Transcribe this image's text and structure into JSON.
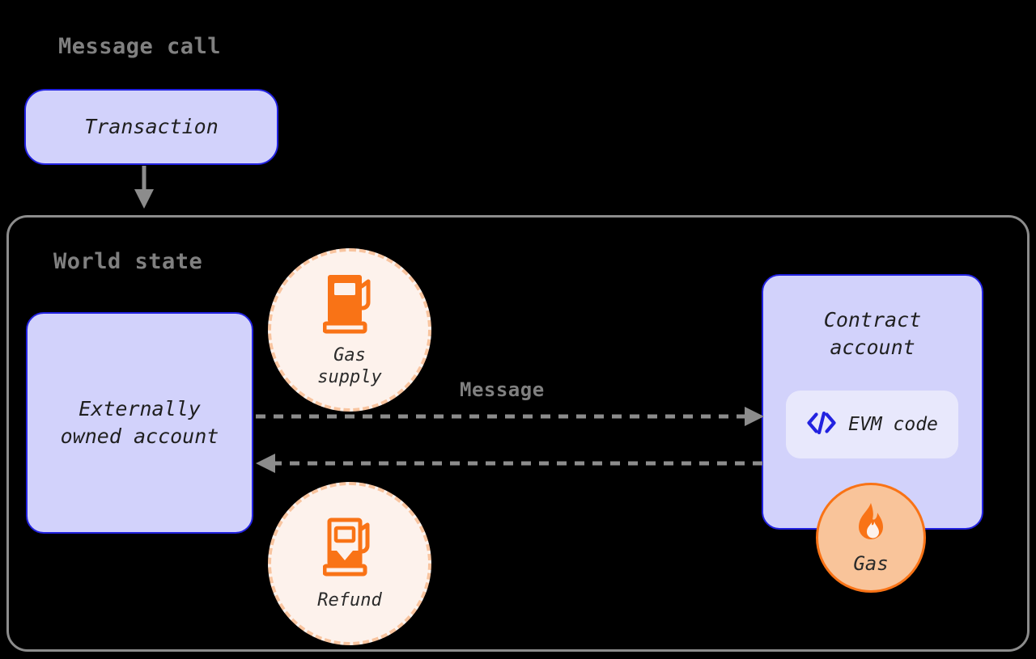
{
  "diagram": {
    "title": "Message call",
    "container_label": "World state",
    "message_label": "Message"
  },
  "nodes": {
    "transaction": {
      "label": "Transaction"
    },
    "externally_owned_account": {
      "line1": "Externally",
      "line2": "owned account"
    },
    "contract_account": {
      "line1": "Contract",
      "line2": "account"
    },
    "evm_code": {
      "label": "EVM code",
      "icon": "code-brackets-icon"
    }
  },
  "badges": {
    "gas_supply": {
      "label_line1": "Gas",
      "label_line2": "supply",
      "icon": "fuel-pump-full-icon"
    },
    "refund": {
      "label": "Refund",
      "icon": "fuel-pump-empty-icon"
    },
    "gas": {
      "label": "Gas",
      "icon": "flame-icon"
    }
  },
  "colors": {
    "background": "#000000",
    "node_fill": "#d2d2fb",
    "node_border": "#2222e0",
    "container_border": "#8c8c8c",
    "heading_text": "#808080",
    "evm_pill_fill": "#e8e8fc",
    "circle_fill": "#fdf2ec",
    "circle_dash_border": "#f8c49f",
    "orange_accent": "#f97316",
    "gas_badge_fill": "#f9c49a",
    "arrow_gray": "#8c8c8c"
  }
}
